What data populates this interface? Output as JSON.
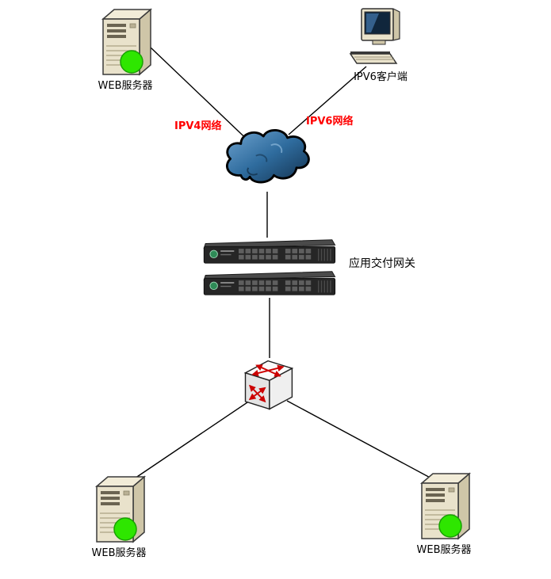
{
  "diagram_title": "IPv6 application delivery gateway network topology",
  "nodes": {
    "web_server_top": {
      "label": "WEB服务器",
      "icon": "server-tower-icon",
      "status_color": "#2ee600"
    },
    "ipv6_client": {
      "label": "IPV6客户端",
      "icon": "desktop-computer-icon"
    },
    "internet_cloud": {
      "label": "",
      "icon": "cloud-icon"
    },
    "gateway": {
      "label": "应用交付网关",
      "icon": "rack-appliance-icon",
      "units": 2
    },
    "switch": {
      "label": "",
      "icon": "switch-icon"
    },
    "web_server_left": {
      "label": "WEB服务器",
      "icon": "server-tower-icon",
      "status_color": "#2ee600"
    },
    "web_server_right": {
      "label": "WEB服务器",
      "icon": "server-tower-icon",
      "status_color": "#2ee600"
    }
  },
  "edge_labels": {
    "ipv4_network": {
      "label": "IPV4网络",
      "color": "#ff0000"
    },
    "ipv6_network": {
      "label": "IPV6网络",
      "color": "#ff0000"
    }
  },
  "edges": [
    "web_server_top - internet_cloud",
    "ipv6_client - internet_cloud",
    "internet_cloud - gateway",
    "gateway - switch",
    "switch - web_server_left",
    "switch - web_server_right"
  ],
  "colors": {
    "background": "#ffffff",
    "line": "#000000",
    "label_text": "#000000",
    "edge_label_red": "#ff0000",
    "status_green": "#2ee600",
    "cloud_blue": "#2f6c9e",
    "appliance_body": "#262626",
    "arrow_red": "#cc0000"
  }
}
